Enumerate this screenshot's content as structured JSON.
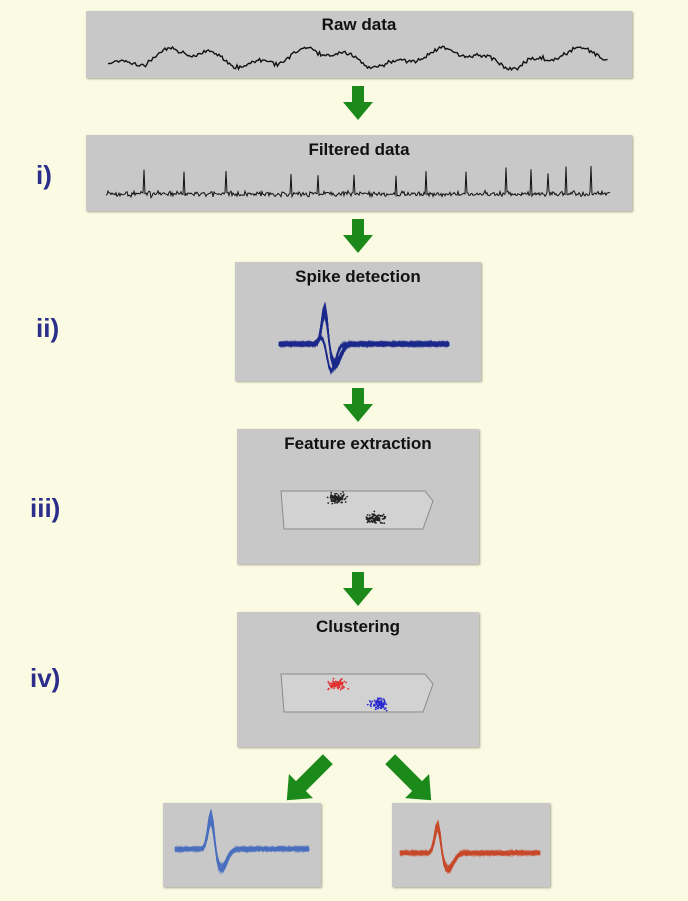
{
  "stages": {
    "raw": {
      "title": "Raw data"
    },
    "filtered": {
      "title": "Filtered data",
      "step": "i)"
    },
    "spikes": {
      "title": "Spike detection",
      "step": "ii)"
    },
    "features": {
      "title": "Feature extraction",
      "step": "iii)"
    },
    "clustering": {
      "title": "Clustering",
      "step": "iv)"
    }
  },
  "colors": {
    "background": "#fbfbe3",
    "panel": "#c8c8c8",
    "arrow": "#1b8a1b",
    "step_label": "#2b2e8a",
    "spike_waveform": "#1c2a8c",
    "cluster_red": "#e03030",
    "cluster_blue": "#2a2ad0",
    "unit_blue": "#4a6fc0",
    "unit_red": "#c84a2a"
  }
}
